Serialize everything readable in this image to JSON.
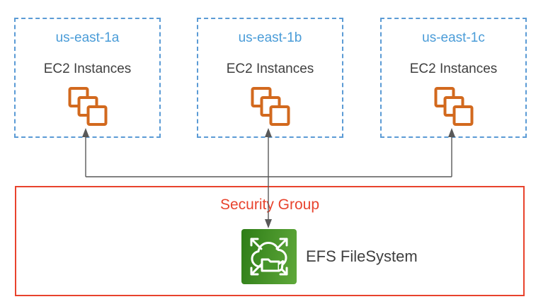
{
  "diagram": {
    "availability_zones": [
      {
        "name": "us-east-1a",
        "resource": "EC2 Instances"
      },
      {
        "name": "us-east-1b",
        "resource": "EC2 Instances"
      },
      {
        "name": "us-east-1c",
        "resource": "EC2 Instances"
      }
    ],
    "security_group": {
      "label": "Security Group"
    },
    "efs": {
      "label": "EFS FileSystem"
    },
    "icons": {
      "ec2": "ec2-instances-stack-icon",
      "efs": "efs-cloud-folder-icon"
    },
    "colors": {
      "az_border": "#5B9BD5",
      "az_label": "#4A9CD8",
      "text_dark": "#3F3F3F",
      "ec2_orange": "#D2691E",
      "sg_red": "#E8432D",
      "connector_gray": "#595959",
      "efs_green_dark": "#2E7D17",
      "efs_green_light": "#5FA83A"
    }
  }
}
